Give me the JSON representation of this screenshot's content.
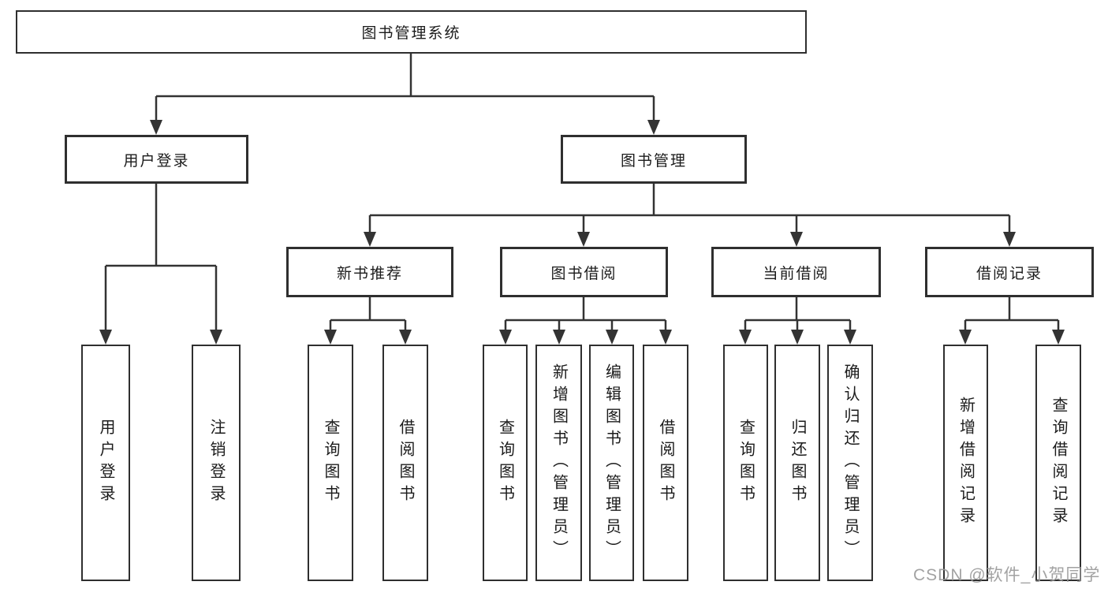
{
  "tree": {
    "root": {
      "label": "图书管理系统"
    },
    "level2": [
      {
        "label": "用户登录"
      },
      {
        "label": "图书管理"
      }
    ],
    "level3": [
      {
        "label": "新书推荐"
      },
      {
        "label": "图书借阅"
      },
      {
        "label": "当前借阅"
      },
      {
        "label": "借阅记录"
      }
    ],
    "leaves": {
      "user_login": [
        {
          "label": "用户登录"
        },
        {
          "label": "注销登录"
        }
      ],
      "new_book_recommend": [
        {
          "label": "查询图书"
        },
        {
          "label": "借阅图书"
        }
      ],
      "book_borrow": [
        {
          "label": "查询图书"
        },
        {
          "label": "新增图书（管理员）"
        },
        {
          "label": "编辑图书（管理员）"
        },
        {
          "label": "借阅图书"
        }
      ],
      "current_borrow": [
        {
          "label": "查询图书"
        },
        {
          "label": "归还图书"
        },
        {
          "label": "确认归还（管理员）"
        }
      ],
      "borrow_records": [
        {
          "label": "新增借阅记录"
        },
        {
          "label": "查询借阅记录"
        }
      ]
    }
  },
  "watermark": {
    "text": "CSDN @软件_小贺同学"
  },
  "colors": {
    "line": "#333333",
    "box_border": "#2f2f2f",
    "text": "#1b1b1b",
    "watermark": "#9b9b9b",
    "background": "#ffffff"
  }
}
